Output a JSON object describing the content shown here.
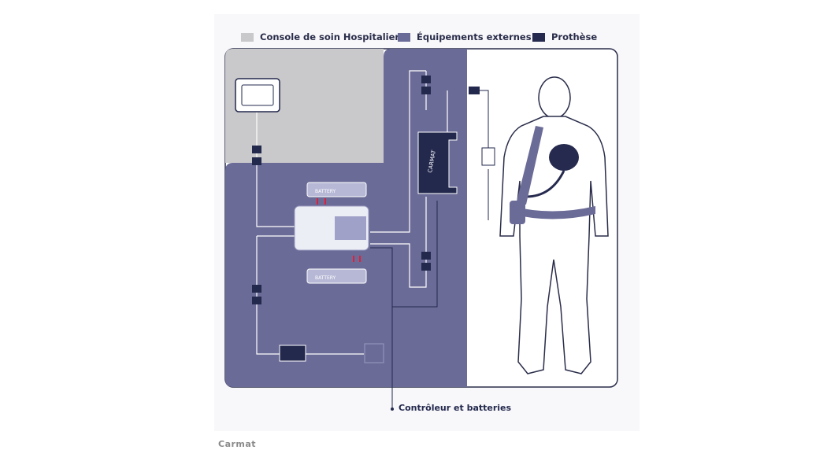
{
  "legend": [
    {
      "label": "Console de soin Hospitalier",
      "color": "#c9c8cb"
    },
    {
      "label": "Équipements externes",
      "color": "#6b6b98"
    },
    {
      "label": "Prothèse",
      "color": "#262a4e"
    }
  ],
  "labels": {
    "battery": "BATTERY",
    "controller_brand": "CARMAT",
    "callout": "Contrôleur et batteries"
  },
  "credit": "Carmat"
}
